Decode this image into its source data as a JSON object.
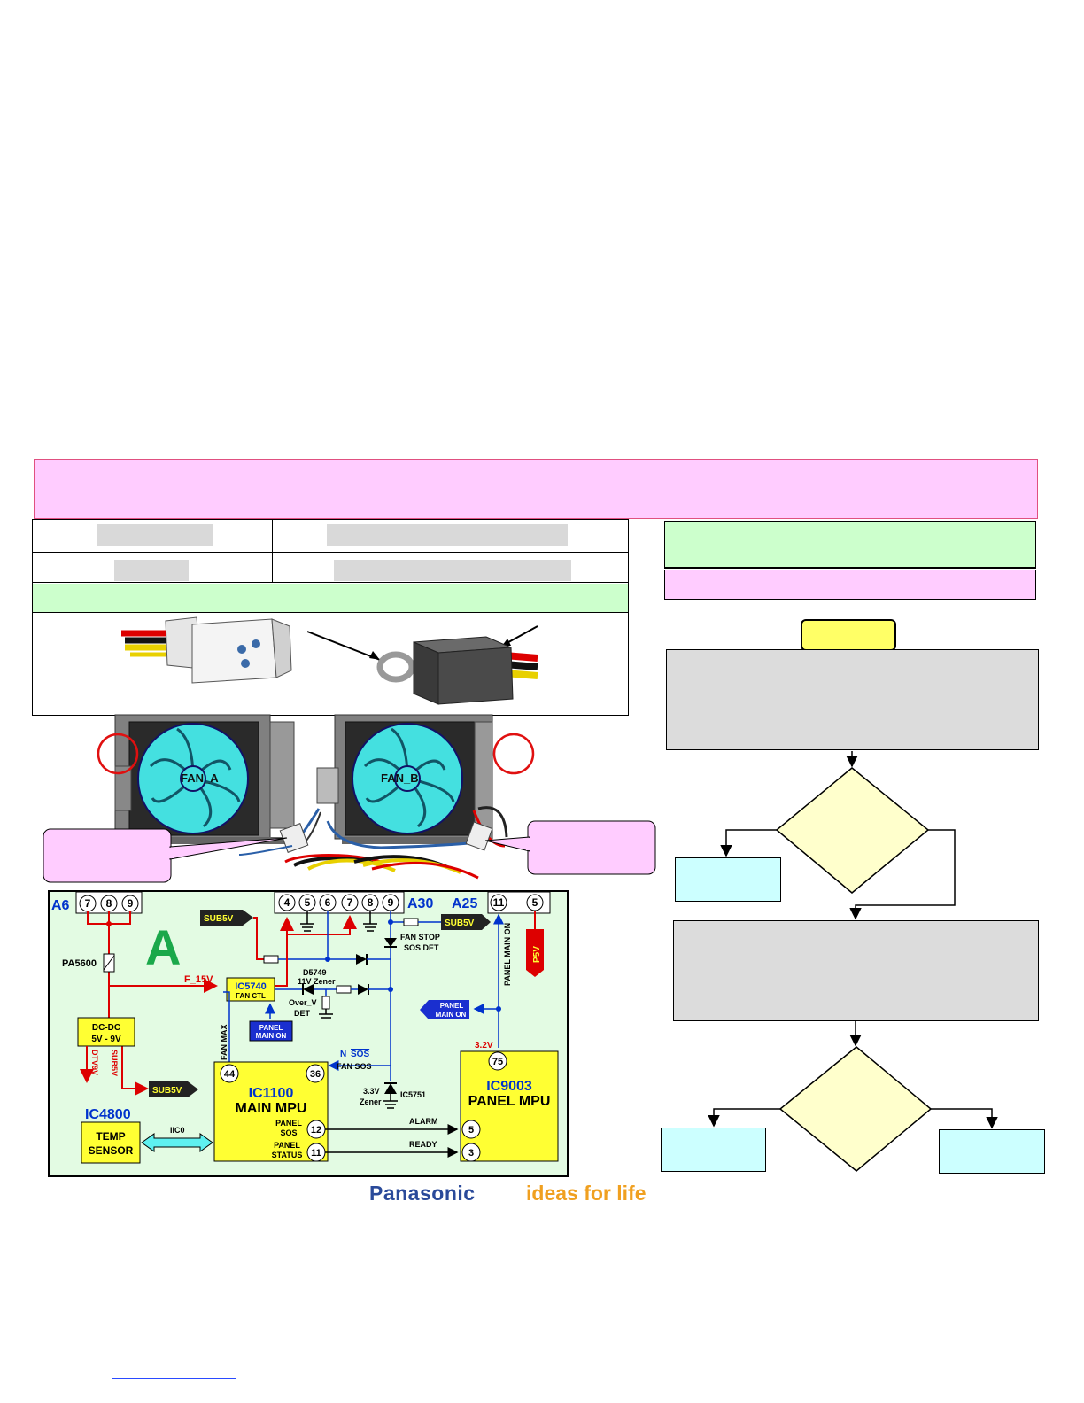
{
  "circuit": {
    "section_letter": "A",
    "connectors": {
      "a6": "A6",
      "a30": "A30",
      "a25": "A25"
    },
    "pins": {
      "a6": [
        "7",
        "8",
        "9"
      ],
      "a30": [
        "4",
        "5",
        "6",
        "7",
        "8",
        "9"
      ],
      "a25": [
        "11",
        "5"
      ]
    },
    "labels": {
      "pa5600": "PA5600",
      "f15v": "F_15V",
      "ic5740": "IC5740",
      "fan_ctl": "FAN CTL",
      "sub5v": "SUB5V",
      "panel_main_on_line1": "PANEL",
      "panel_main_on_line2": "MAIN ON",
      "d5749": "D5749",
      "zener_11v": "11V Zener",
      "over_v": "Over_V",
      "det": "DET",
      "fan_stop": "FAN STOP",
      "sos_det": "SOS DET",
      "panel_main_on_vertical": "PANEL MAIN ON",
      "p5v": "P5V",
      "dcdc_line1": "DC-DC",
      "dcdc_line2": "5V - 9V",
      "dtv9v": "DTV9V",
      "sub5v_vertical": "SUB5V",
      "fan_max": "FAN MAX",
      "n_sos_n": "N",
      "n_sos_sos": "SOS",
      "fan_sos": "FAN SOS",
      "zener_33v_line1": "3.3V",
      "zener_33v_line2": "Zener",
      "ic5751": "IC5751",
      "v32": "3.2V",
      "ic4800": "IC4800",
      "temp_line1": "TEMP",
      "temp_line2": "SENSOR",
      "iic0": "IIC0",
      "ic1100": "IC1100",
      "main_mpu": "MAIN MPU",
      "panel_sos_line1": "PANEL",
      "panel_sos_line2": "SOS",
      "panel_status_line1": "PANEL",
      "panel_status_line2": "STATUS",
      "alarm": "ALARM",
      "ready": "READY",
      "ic9003": "IC9003",
      "panel_mpu": "PANEL MPU"
    },
    "mpu_pins": {
      "ic1100": [
        "44",
        "36",
        "12",
        "11"
      ],
      "ic9003": [
        "75",
        "5",
        "3"
      ]
    }
  },
  "fans": {
    "fan_a": "FAN_A",
    "fan_b": "FAN_B"
  },
  "footer": {
    "brand": "Panasonic",
    "tagline": "ideas for life"
  },
  "colors": {
    "pink": "#ffccff",
    "green": "#ccffcc",
    "cyan": "#ccffff",
    "board_green": "#e3fbe3",
    "ic_yellow": "#ffff33",
    "label_blue": "#0033cc",
    "label_red": "#dd0000",
    "fan_cyan": "#44e0e0"
  }
}
